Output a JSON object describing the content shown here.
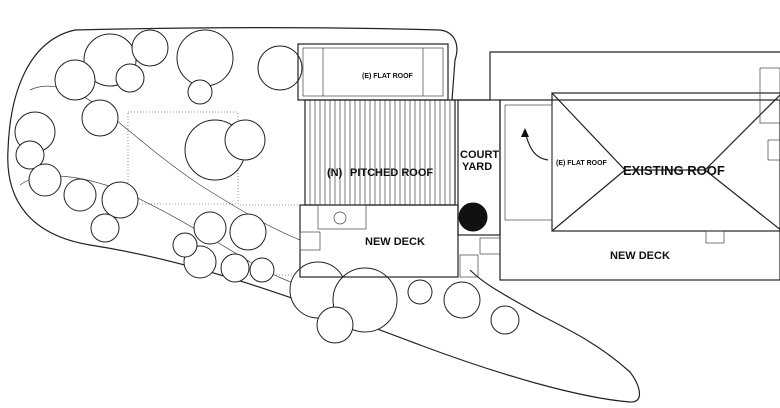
{
  "labels": {
    "flat_roof_top": "(E) FLAT ROOF",
    "pitched_roof": "PITCHED ROOF",
    "pitched_roof_tag": "(N)",
    "court_yard_line1": "COURT",
    "court_yard_line2": "YARD",
    "flat_roof_right": "(E) FLAT ROOF",
    "existing_roof": "EXISTING ROOF",
    "new_deck_left": "NEW DECK",
    "new_deck_right": "NEW DECK"
  },
  "colors": {
    "line": "#222222",
    "roof_fill": "#4a4a4a",
    "tree_fill": "#ffffff",
    "background": "#ffffff"
  }
}
